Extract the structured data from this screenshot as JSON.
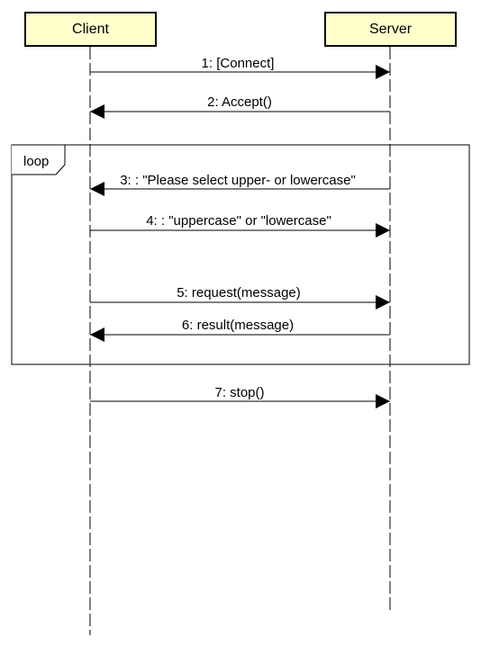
{
  "participants": {
    "client": "Client",
    "server": "Server"
  },
  "loop": {
    "label": "loop"
  },
  "messages": [
    {
      "label": "1: [Connect]",
      "from": "client",
      "to": "server"
    },
    {
      "label": "2: Accept()",
      "from": "server",
      "to": "client"
    },
    {
      "label": "3:  : \"Please select upper- or lowercase\"",
      "from": "server",
      "to": "client"
    },
    {
      "label": "4:  : \"uppercase\" or \"lowercase\"",
      "from": "client",
      "to": "server"
    },
    {
      "label": "5: request(message)",
      "from": "client",
      "to": "server"
    },
    {
      "label": "6: result(message)",
      "from": "server",
      "to": "client"
    },
    {
      "label": "7: stop()",
      "from": "client",
      "to": "server"
    }
  ],
  "colors": {
    "participant_fill": "#ffffcc",
    "line": "#000000"
  }
}
